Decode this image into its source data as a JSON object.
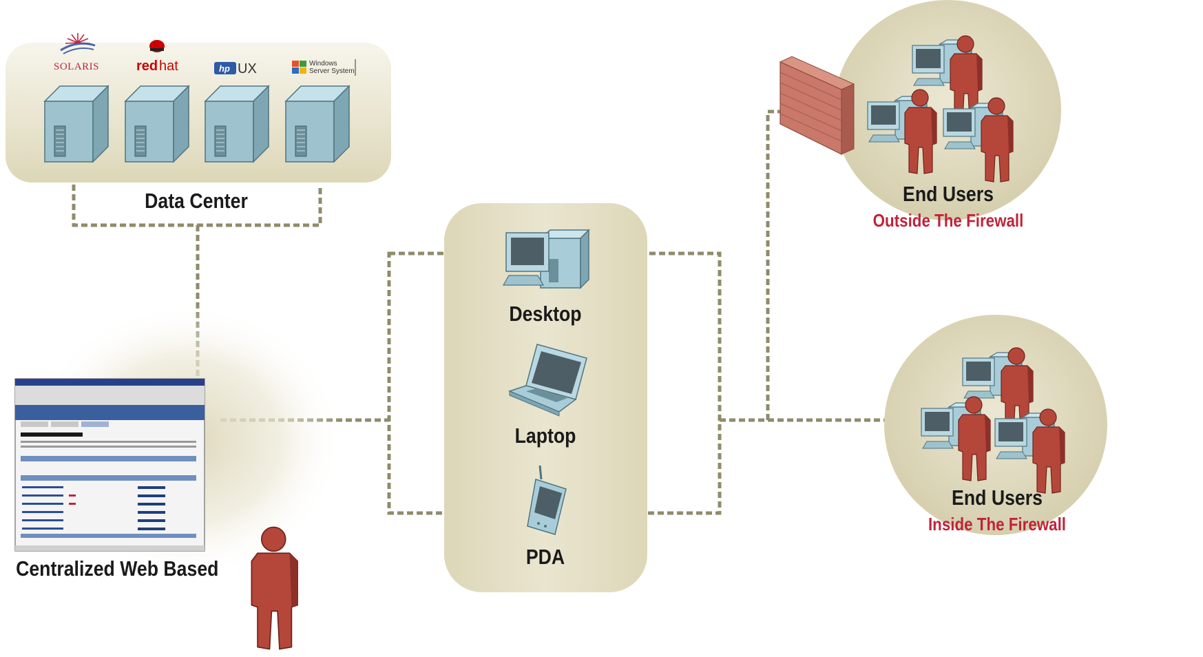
{
  "data_center": {
    "label": "Data Center",
    "os_logos": [
      "SOLARIS",
      "redhat",
      "UX",
      "Windows Server System"
    ],
    "server_count": 4
  },
  "admin": {
    "label": "Centralized Web Based"
  },
  "devices": {
    "desktop": "Desktop",
    "laptop": "Laptop",
    "pda": "PDA"
  },
  "outside_users": {
    "title": "End Users",
    "subtitle": "Outside The Firewall"
  },
  "inside_users": {
    "title": "End Users",
    "subtitle": "Inside The Firewall"
  },
  "colors": {
    "panel": "#e6e1c8",
    "connector": "#8f8b6c",
    "person": "#b5473a",
    "server": "#a9cdd8",
    "firewall": "#c9786a",
    "accent_red": "#c0233a"
  },
  "icons": [
    "server-icon",
    "person-icon",
    "desktop-icon",
    "laptop-icon",
    "pda-icon",
    "firewall-icon",
    "browser-screenshot-icon"
  ]
}
